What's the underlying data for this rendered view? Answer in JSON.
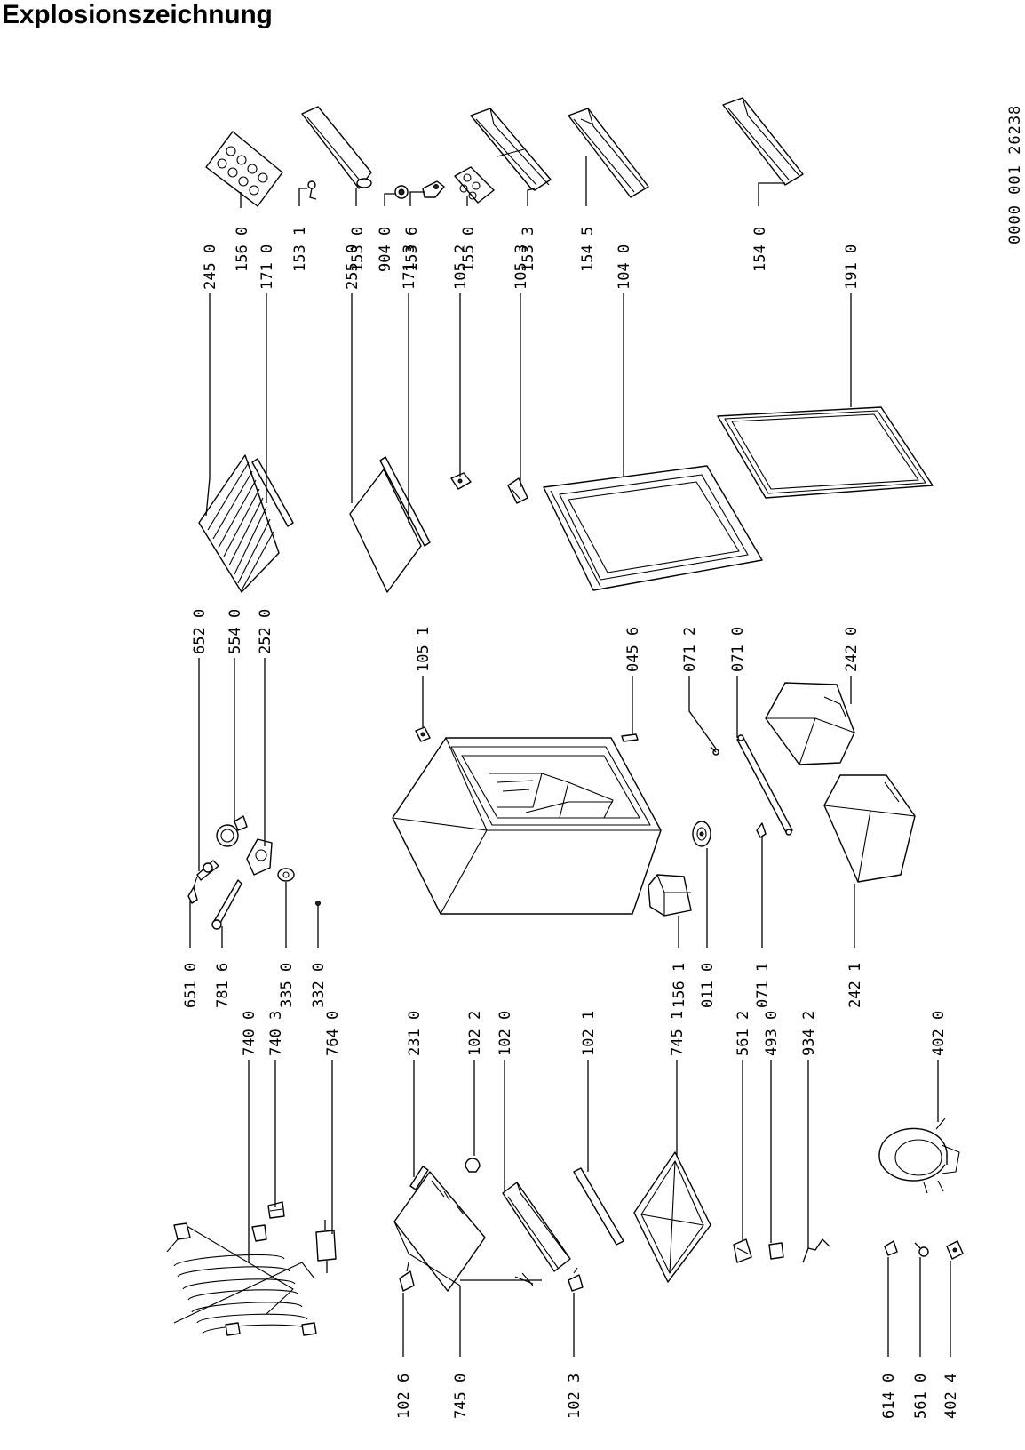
{
  "page": {
    "title": "Explosionszeichnung",
    "doc_number": "0000 001 26238"
  },
  "labels": [
    {
      "id": "156-0",
      "text": "156 0"
    },
    {
      "id": "153-1",
      "text": "153 1"
    },
    {
      "id": "153-0",
      "text": "153 0"
    },
    {
      "id": "904-0",
      "text": "904 0"
    },
    {
      "id": "153-6",
      "text": "153 6"
    },
    {
      "id": "155-0",
      "text": "155 0"
    },
    {
      "id": "153-3",
      "text": "153 3"
    },
    {
      "id": "154-5",
      "text": "154 5"
    },
    {
      "id": "154-0",
      "text": "154 0"
    },
    {
      "id": "245-0",
      "text": "245 0"
    },
    {
      "id": "171-0",
      "text": "171 0"
    },
    {
      "id": "255-0",
      "text": "255 0"
    },
    {
      "id": "171-3",
      "text": "171 3"
    },
    {
      "id": "105-2",
      "text": "105 2"
    },
    {
      "id": "105-3",
      "text": "105 3"
    },
    {
      "id": "104-0",
      "text": "104 0"
    },
    {
      "id": "191-0",
      "text": "191 0"
    },
    {
      "id": "652-0",
      "text": "652 0"
    },
    {
      "id": "554-0",
      "text": "554 0"
    },
    {
      "id": "252-0",
      "text": "252 0"
    },
    {
      "id": "105-1",
      "text": "105 1"
    },
    {
      "id": "045-6",
      "text": "045 6"
    },
    {
      "id": "071-2",
      "text": "071 2"
    },
    {
      "id": "071-0",
      "text": "071 0"
    },
    {
      "id": "242-0",
      "text": "242 0"
    },
    {
      "id": "651-0",
      "text": "651 0"
    },
    {
      "id": "781-6",
      "text": "781 6"
    },
    {
      "id": "335-0",
      "text": "335 0"
    },
    {
      "id": "332-0",
      "text": "332 0"
    },
    {
      "id": "156-1",
      "text": "156 1"
    },
    {
      "id": "011-0",
      "text": "011 0"
    },
    {
      "id": "071-1",
      "text": "071 1"
    },
    {
      "id": "242-1",
      "text": "242 1"
    },
    {
      "id": "740-0",
      "text": "740 0"
    },
    {
      "id": "740-3",
      "text": "740 3"
    },
    {
      "id": "764-0",
      "text": "764 0"
    },
    {
      "id": "231-0",
      "text": "231 0"
    },
    {
      "id": "102-2",
      "text": "102 2"
    },
    {
      "id": "102-0",
      "text": "102 0"
    },
    {
      "id": "102-1",
      "text": "102 1"
    },
    {
      "id": "745-1",
      "text": "745 1"
    },
    {
      "id": "561-2",
      "text": "561 2"
    },
    {
      "id": "493-0",
      "text": "493 0"
    },
    {
      "id": "934-2",
      "text": "934 2"
    },
    {
      "id": "402-0",
      "text": "402 0"
    },
    {
      "id": "102-6",
      "text": "102 6"
    },
    {
      "id": "745-0",
      "text": "745 0"
    },
    {
      "id": "102-3",
      "text": "102 3"
    },
    {
      "id": "614-0",
      "text": "614 0"
    },
    {
      "id": "561-0",
      "text": "561 0"
    },
    {
      "id": "402-4",
      "text": "402 4"
    }
  ]
}
